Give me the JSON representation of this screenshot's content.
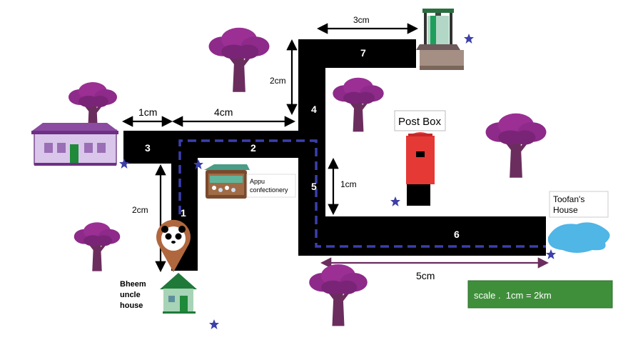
{
  "segments": {
    "s1": "1",
    "s2": "2",
    "s3": "3",
    "s4": "4",
    "s5": "5",
    "s6": "6",
    "s7": "7"
  },
  "measures": {
    "top_3cm": "3cm",
    "left_2cm_top": "2cm",
    "h_1cm": "1cm",
    "h_4cm": "4cm",
    "mid_1cm": "1cm",
    "left_2cm_bottom": "2cm",
    "bottom_5cm": "5cm"
  },
  "places": {
    "post_box": "Post Box",
    "appu_line1": "Appu",
    "appu_line2": "confectionery",
    "toofan_line1": "Toofan's",
    "toofan_line2": "House",
    "bheem_line1": "Bheem",
    "bheem_line2": "uncle",
    "bheem_line3": "house"
  },
  "scale": {
    "text": "scale .  1cm = 2km"
  },
  "icons": [
    "tree-icon",
    "house-icon",
    "well-icon",
    "post-box-icon",
    "shop-icon",
    "pond-icon",
    "location-pin-icon",
    "star-icon"
  ],
  "colors": {
    "road": "#000000",
    "path": "#3b3fae",
    "tree": "#8e2a8a",
    "trunk": "#6b2d5e",
    "scale_bg": "#3f8f3a",
    "post_red": "#e53935",
    "pond": "#4fb6e6",
    "star": "#3d3fa8"
  }
}
